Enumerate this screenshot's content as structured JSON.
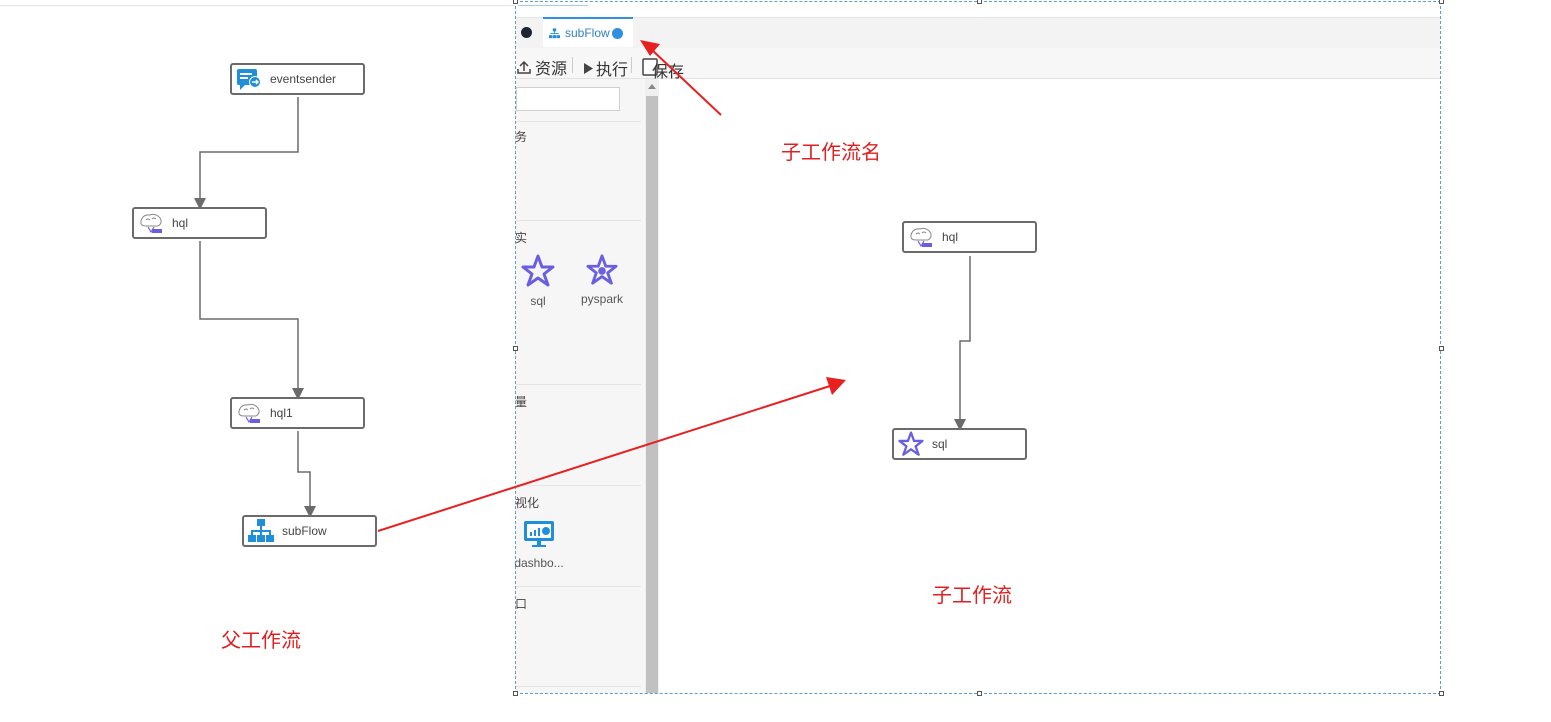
{
  "parent_flow": {
    "nodes": [
      {
        "label": "eventsender",
        "icon": "event-sender-icon"
      },
      {
        "label": "hql",
        "icon": "hive-icon"
      },
      {
        "label": "hql1",
        "icon": "hive-icon"
      },
      {
        "label": "subFlow",
        "icon": "subflow-icon"
      }
    ],
    "annotation": "父工作流"
  },
  "editor": {
    "tab": {
      "label": "subFlow",
      "icon": "subflow-icon"
    },
    "toolbar": {
      "resource": "资源",
      "execute": "执行",
      "save": "保存"
    },
    "palette": {
      "categories": [
        "务",
        "实",
        "量",
        "视化",
        "口"
      ],
      "items": [
        {
          "label": "sql",
          "icon": "spark-star-icon"
        },
        {
          "label": "pyspark",
          "icon": "spark-star-icon"
        },
        {
          "label": "dashbo...",
          "icon": "dashboard-icon"
        }
      ]
    },
    "canvas": {
      "nodes": [
        {
          "label": "hql",
          "icon": "hive-icon"
        },
        {
          "label": "sql",
          "icon": "spark-star-icon"
        }
      ]
    }
  },
  "annotations": {
    "subflow_name": "子工作流名",
    "subflow": "子工作流"
  },
  "colors": {
    "annotation": "#e02020",
    "tab_accent": "#2f8fe0",
    "node_border": "#6b6b6b",
    "spark": "#6a5fe0",
    "subflow": "#1e8fd8"
  }
}
